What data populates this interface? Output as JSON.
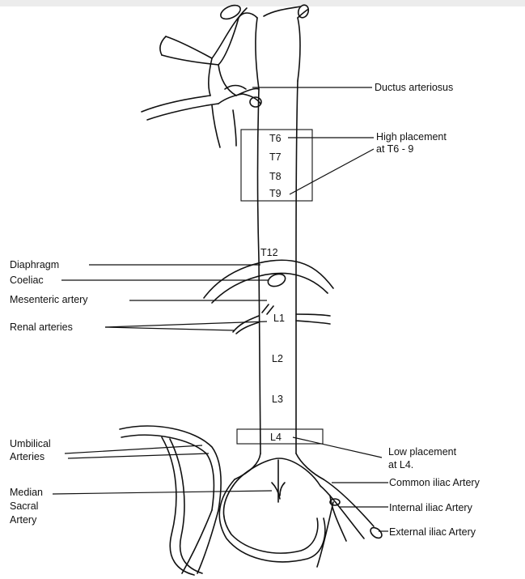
{
  "labels": {
    "ductus": "Ductus arteriosus",
    "high_1": "High placement",
    "high_2": "at T6 - 9",
    "diaphragm": "Diaphragm",
    "coeliac": "Coeliac",
    "mesenteric": "Mesenteric artery",
    "renal": "Renal arteries",
    "umbilical_1": "Umbilical",
    "umbilical_2": "Arteries",
    "low_1": "Low placement",
    "low_2": "at L4.",
    "common_iliac": "Common iliac Artery",
    "internal_iliac": "Internal iliac Artery",
    "external_iliac": "External iliac Artery",
    "median_1": "Median",
    "median_2": "Sacral",
    "median_3": "Artery"
  },
  "vertebrae": {
    "t6": "T6",
    "t7": "T7",
    "t8": "T8",
    "t9": "T9",
    "t12": "T12",
    "l1": "L1",
    "l2": "L2",
    "l3": "L3",
    "l4": "L4"
  }
}
